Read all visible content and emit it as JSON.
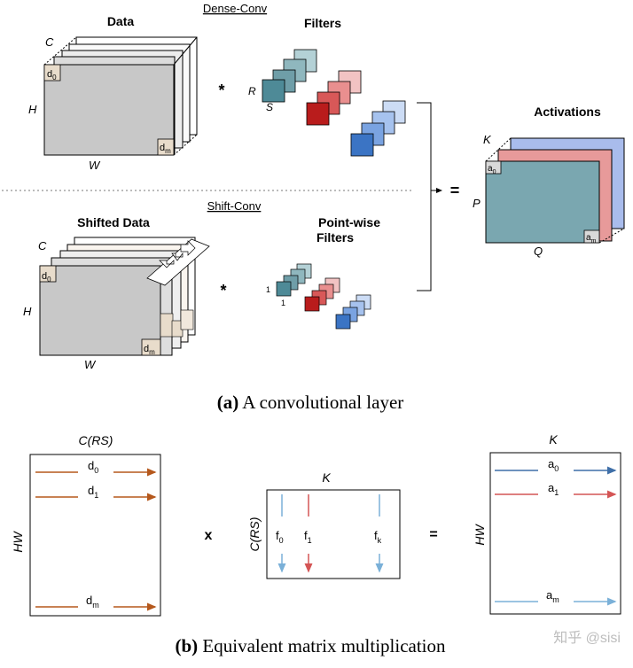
{
  "top": {
    "dense_conv_label": "Dense-Conv",
    "data_title": "Data",
    "filters_title": "Filters",
    "activations_title": "Activations",
    "shift_conv_label": "Shift-Conv",
    "shifted_data_title": "Shifted Data",
    "pointwise_title_line1": "Point-wise",
    "pointwise_title_line2": "Filters",
    "dims": {
      "C": "C",
      "H": "H",
      "W": "W",
      "R": "R",
      "S": "S",
      "K": "K",
      "P": "P",
      "Q": "Q",
      "one": "1"
    },
    "cells": {
      "d_base": "d",
      "d0_sub": "0",
      "dm_sub": "m",
      "a_base": "a",
      "a0_sub": "0",
      "am_sub": "m"
    },
    "ops": {
      "conv": "*",
      "equals": "="
    },
    "caption_a_bold": "(a)",
    "caption_a_text": " A convolutional layer",
    "colors": {
      "teal": "#4e8a97",
      "red": "#b91c1c",
      "blue": "#3b74c4",
      "gray": "#c8c8c8"
    }
  },
  "bottom": {
    "left_header": "C(RS)",
    "left_side": "HW",
    "left_rows": [
      {
        "base": "d",
        "sub": "0"
      },
      {
        "base": "d",
        "sub": "1"
      },
      {
        "base": "d",
        "sub": "m"
      }
    ],
    "times": "x",
    "mid_header": "K",
    "mid_side": "C(RS)",
    "mid_cols": [
      {
        "base": "f",
        "sub": "0"
      },
      {
        "base": "f",
        "sub": "1"
      },
      {
        "base": "f",
        "sub": "k"
      }
    ],
    "equals": "=",
    "right_header": "K",
    "right_side": "HW",
    "right_rows": [
      {
        "base": "a",
        "sub": "0"
      },
      {
        "base": "a",
        "sub": "1"
      },
      {
        "base": "a",
        "sub": "m"
      }
    ],
    "caption_b_bold": "(b)",
    "caption_b_text": " Equivalent matrix multiplication",
    "watermark": "知乎 @sisi",
    "colors": {
      "brown": "#b5581c",
      "blue": "#4f86c6",
      "red": "#d45555",
      "lightblue": "#7ab0d8"
    }
  }
}
